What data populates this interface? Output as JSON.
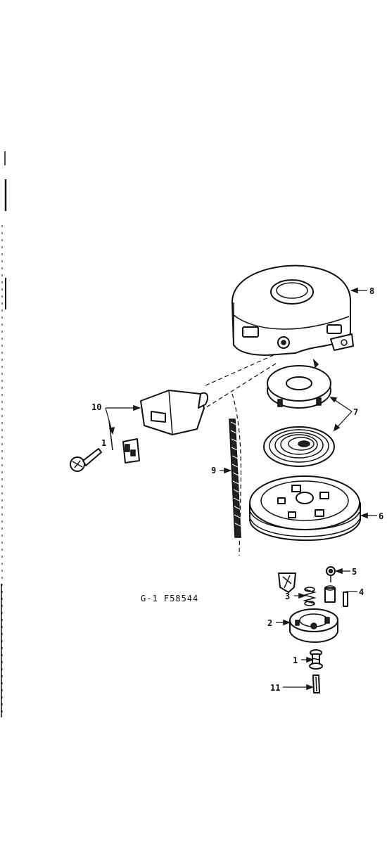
{
  "diagram": {
    "drawing_code": "G-1 F58544",
    "callouts": [
      {
        "id": "callout-8",
        "label": "8",
        "part": "starter-housing"
      },
      {
        "id": "callout-7",
        "label": "7",
        "part": "spring-retainer-and-rewind-spring"
      },
      {
        "id": "callout-10",
        "label": "10",
        "part": "handle-and-guide"
      },
      {
        "id": "callout-1-left",
        "label": "1",
        "part": "screw"
      },
      {
        "id": "callout-9",
        "label": "9",
        "part": "starter-rope"
      },
      {
        "id": "callout-6",
        "label": "6",
        "part": "pulley"
      },
      {
        "id": "callout-5",
        "label": "5",
        "part": "retainer"
      },
      {
        "id": "callout-4",
        "label": "4",
        "part": "pin"
      },
      {
        "id": "callout-3",
        "label": "3",
        "part": "spring"
      },
      {
        "id": "callout-2",
        "label": "2",
        "part": "cup"
      },
      {
        "id": "callout-1-bottom",
        "label": "1",
        "part": "screw"
      },
      {
        "id": "callout-11",
        "label": "11",
        "part": "pin"
      }
    ]
  }
}
